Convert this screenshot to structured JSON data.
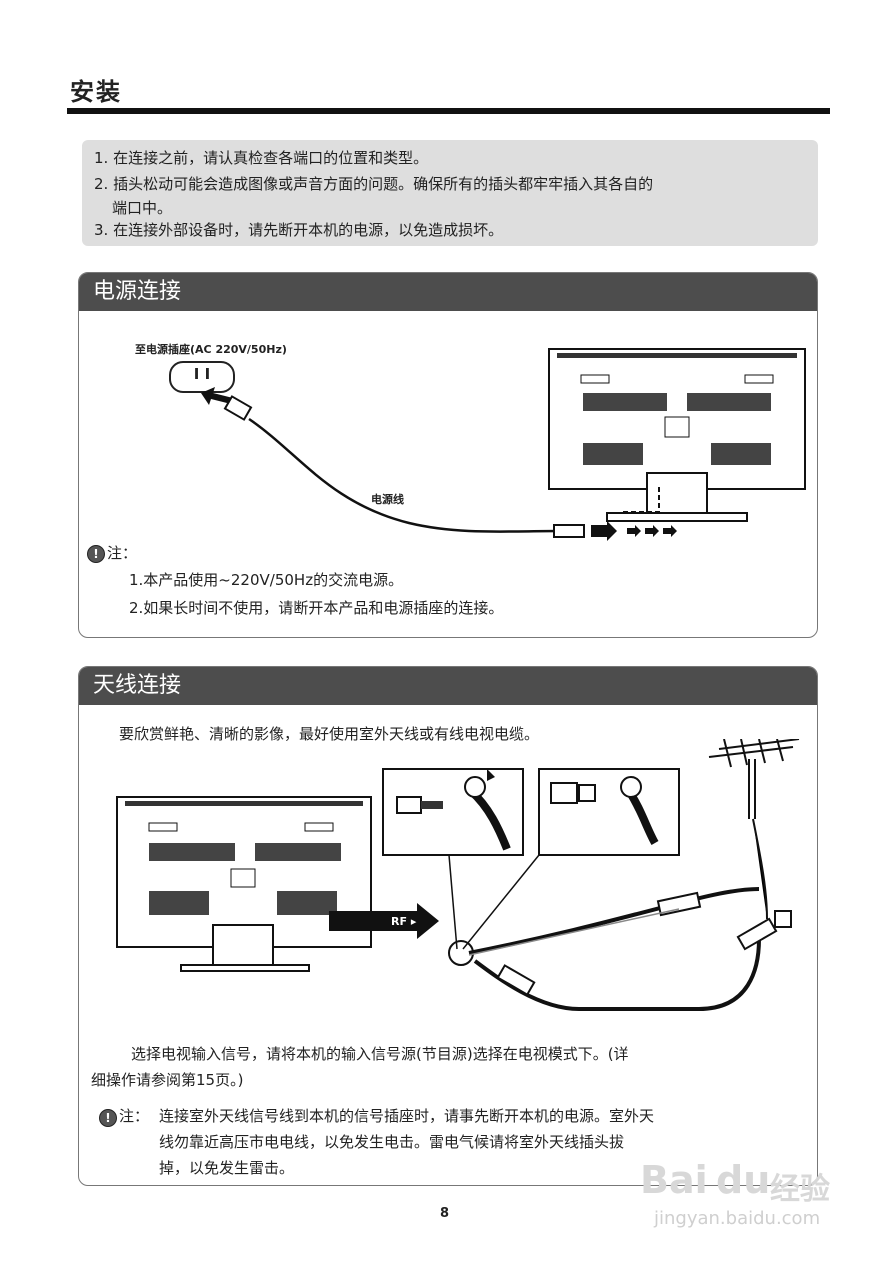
{
  "page": {
    "title": "安装",
    "number": "8"
  },
  "notice": {
    "items": [
      "1. 在连接之前，请认真检查各端口的位置和类型。",
      "2. 插头松动可能会造成图像或声音方面的问题。确保所有的插头都牢牢插入其各自的",
      "端口中。",
      "3. 在连接外部设备时，请先断开本机的电源，以免造成损坏。"
    ]
  },
  "power": {
    "title": "电源连接",
    "socket_label": "至电源插座(AC 220V/50Hz)",
    "socket_symbol": "I I",
    "cable_label": "电源线",
    "note_icon": "!",
    "note_title": "注：",
    "notes": [
      "1.本产品使用~220V/50Hz的交流电源。",
      "2.如果长时间不使用，请断开本产品和电源插座的连接。"
    ]
  },
  "antenna": {
    "title": "天线连接",
    "intro": "要欣赏鲜艳、清晰的影像，最好使用室外天线或有线电视电缆。",
    "rf_label": "RF ▸",
    "select_lines": [
      "选择电视输入信号，请将本机的输入信号源(节目源)选择在电视模式下。(详",
      "细操作请参阅第15页。)"
    ],
    "note_icon": "!",
    "note_title": "注：",
    "note_lines": [
      "连接室外天线信号线到本机的信号插座时，请事先断开本机的电源。室外天",
      "线勿靠近高压市电电线，以免发生电击。雷电气候请将室外天线插头拔",
      "掉，以免发生雷击。"
    ]
  },
  "watermark": {
    "brand": "Bai",
    "paw": "du",
    "cn": "经验",
    "url": "jingyan.baidu.com"
  },
  "colors": {
    "header": "#4d4d4d",
    "notice_bg": "#dedede",
    "rule": "#111111"
  }
}
